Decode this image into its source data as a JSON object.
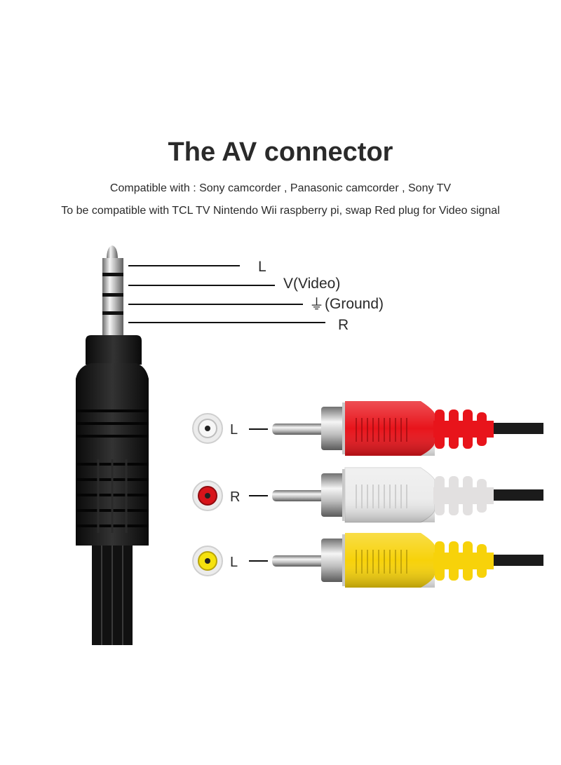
{
  "title": "The AV connector",
  "compatible_line": "Compatible with : Sony camcorder , Panasonic camcorder , Sony TV",
  "swap_line": "To be compatible with TCL TV Nintendo Wii raspberry pi, swap Red plug for Video signal",
  "jack_pins": [
    {
      "label": "L"
    },
    {
      "label": "V(Video)"
    },
    {
      "label": "(Ground)",
      "ground_symbol": "⏚"
    },
    {
      "label": "R"
    }
  ],
  "rca_plugs": [
    {
      "label": "L",
      "color": "#e8141b",
      "socket_color": "#f2f2f2"
    },
    {
      "label": "R",
      "color": "#ececec",
      "socket_color": "#d7141a"
    },
    {
      "label": "L",
      "color": "#f7d20a",
      "socket_color": "#f5e20e"
    }
  ]
}
